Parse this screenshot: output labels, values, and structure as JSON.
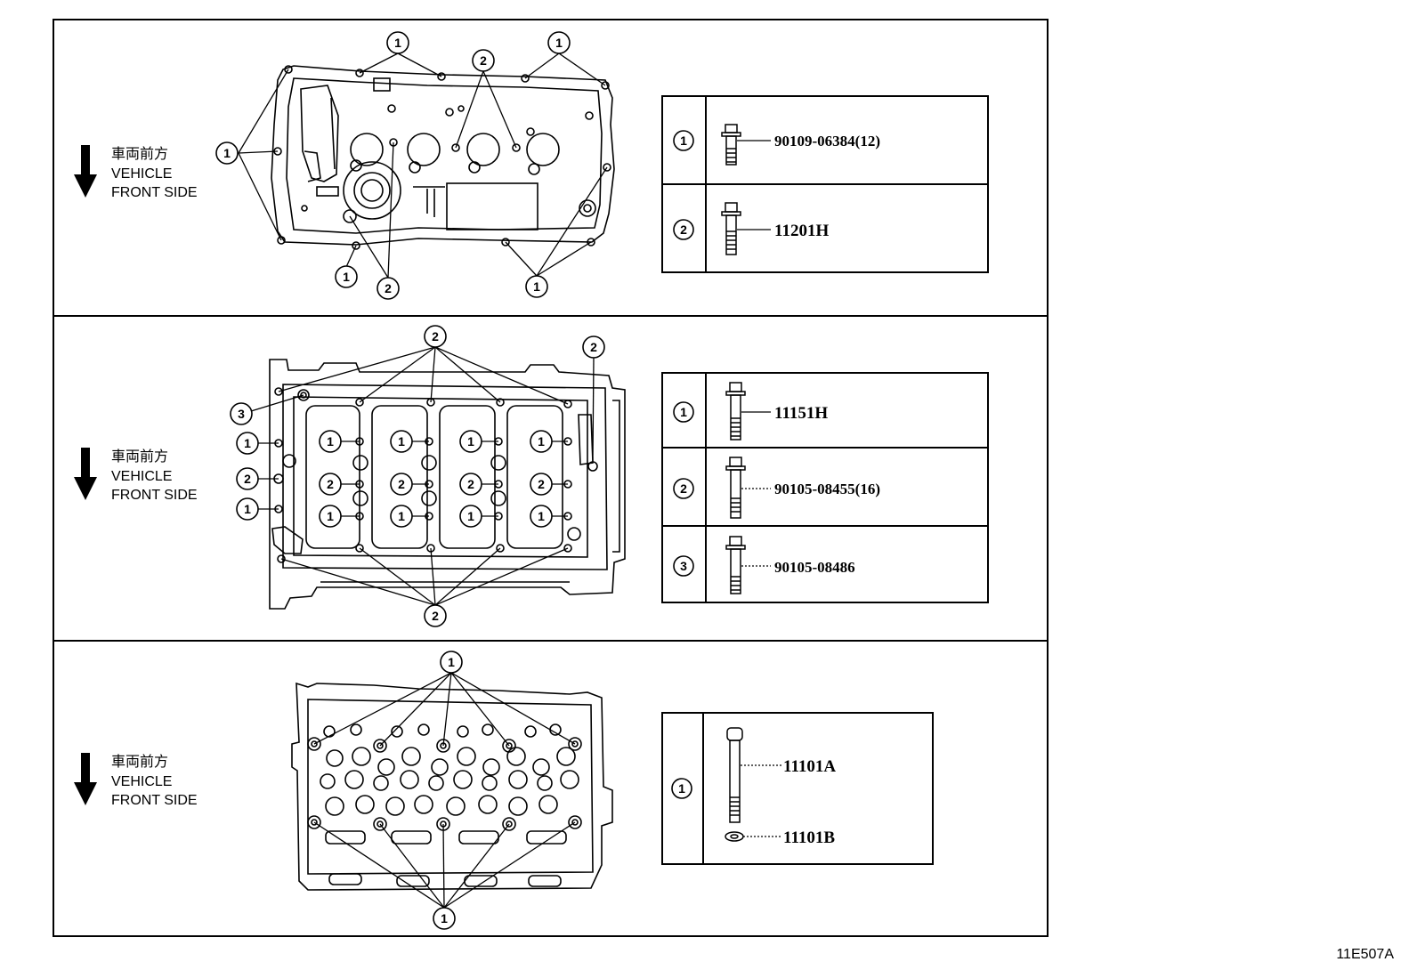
{
  "direction_label": {
    "japanese": "車両前方",
    "english_line1": "VEHICLE",
    "english_line2": "FRONT SIDE"
  },
  "figure_code": "11E507A",
  "panels": [
    {
      "table_rows": [
        {
          "callout": "1",
          "part_number": "90109-06384(12)"
        },
        {
          "callout": "2",
          "part_number": "11201H"
        }
      ],
      "callouts": [
        "1",
        "1",
        "2",
        "1",
        "1",
        "2",
        "1"
      ]
    },
    {
      "table_rows": [
        {
          "callout": "1",
          "part_number": "11151H"
        },
        {
          "callout": "2",
          "part_number": "90105-08455(16)"
        },
        {
          "callout": "3",
          "part_number": "90105-08486"
        }
      ],
      "callouts": [
        "2",
        "2",
        "3",
        "1",
        "2",
        "1",
        "1",
        "2",
        "1",
        "1",
        "2",
        "1",
        "1",
        "2",
        "1",
        "1",
        "2",
        "1",
        "2"
      ]
    },
    {
      "table_rows": [
        {
          "callout": "1",
          "part_number": "11101A"
        },
        {
          "callout": "",
          "part_number": "11101B"
        }
      ],
      "callouts": [
        "1",
        "1"
      ]
    }
  ]
}
